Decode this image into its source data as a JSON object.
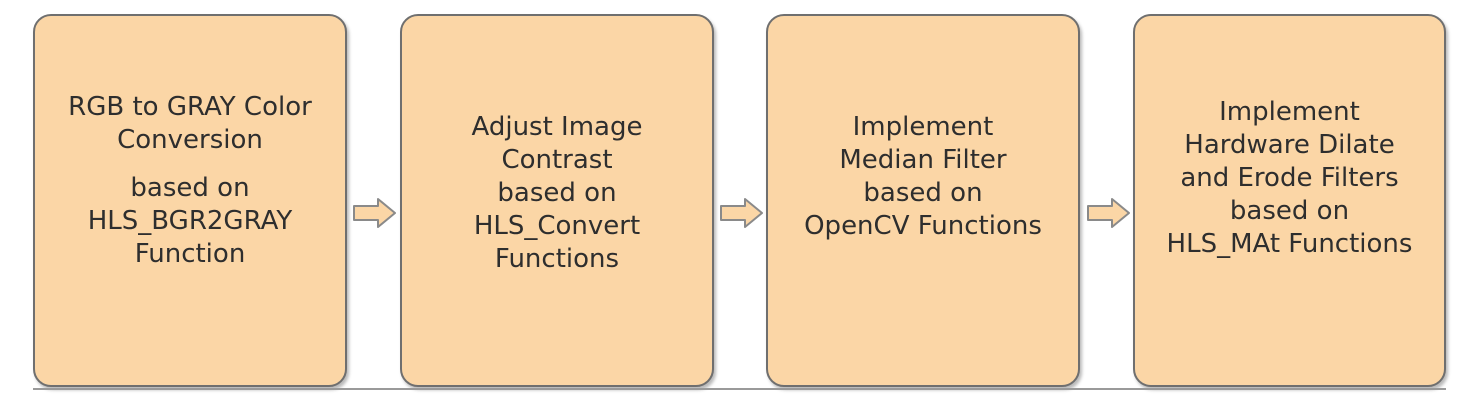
{
  "diagram": {
    "steps": [
      {
        "lines": [
          "RGB to GRAY Color",
          "Conversion",
          "based on",
          "HLS_BGR2GRAY",
          "Function"
        ]
      },
      {
        "lines": [
          "Adjust Image",
          "Contrast",
          "based on",
          "HLS_Convert",
          "Functions"
        ]
      },
      {
        "lines": [
          "Implement",
          "Median Filter",
          "based on",
          "OpenCV Functions"
        ]
      },
      {
        "lines": [
          "Implement",
          "Hardware Dilate",
          "and Erode Filters",
          "based on",
          "HLS_MAt Functions"
        ]
      }
    ],
    "colors": {
      "box_fill": "#fbd6a6",
      "box_border": "#6f6f6f",
      "arrow_fill": "#fbd6a6",
      "arrow_stroke": "#8a8a8a",
      "text": "#2e2e2e"
    },
    "arrow_icon": "right-block-arrow-icon"
  }
}
